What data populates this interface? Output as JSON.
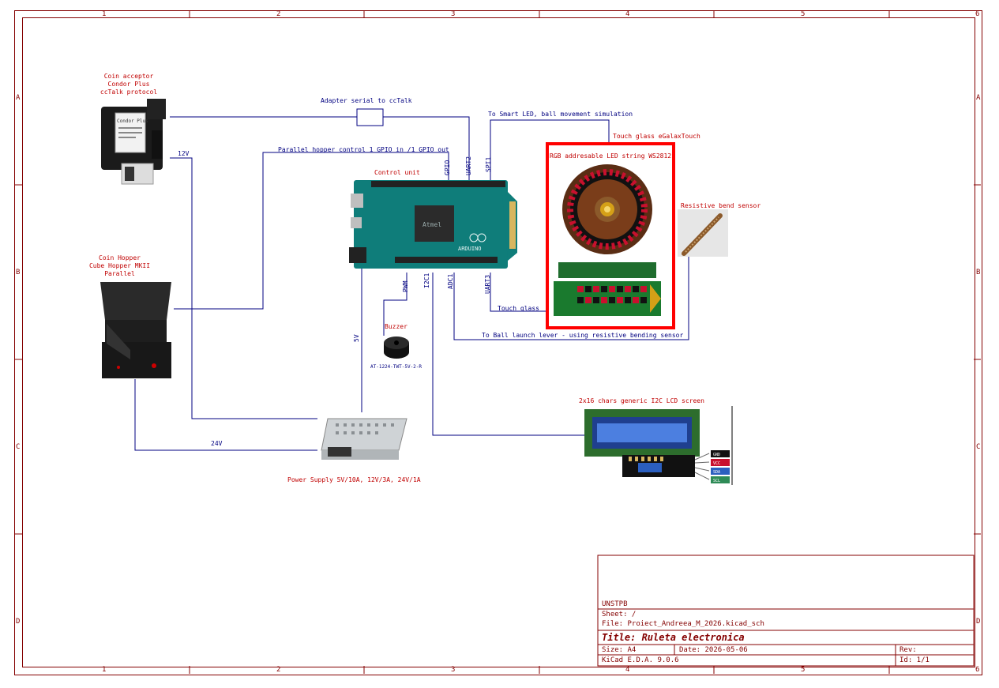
{
  "zones": {
    "columns": [
      "1",
      "2",
      "3",
      "4",
      "5",
      "6"
    ],
    "rows": [
      "A",
      "B",
      "C",
      "D"
    ]
  },
  "components": {
    "coin_acceptor": {
      "line1": "Coin acceptor",
      "line2": "Condor Plus",
      "line3": "ccTalk protocol",
      "device_text": "Condor Plus"
    },
    "coin_hopper": {
      "line1": "Coin Hopper",
      "line2": "Cube Hopper MKII",
      "line3": "Parallel"
    },
    "control_unit": {
      "label": "Control unit",
      "chip_text": "Atmel",
      "board_text": "ARDUINO"
    },
    "buzzer": {
      "label": "Buzzer",
      "part": "AT-1224-TWT-5V-2-R"
    },
    "power_supply": {
      "label": "Power Supply 5V/10A, 12V/3A, 24V/1A"
    },
    "roulette": {
      "touch_glass": "Touch glass eGalaxTouch",
      "led_string": "RGB addresable LED string WS2812"
    },
    "bend_sensor": {
      "label": "Resistive bend sensor"
    },
    "lcd": {
      "label": "2x16 chars generic I2C LCD screen",
      "pins": [
        "GND",
        "VCC",
        "SDA",
        "SCL"
      ]
    }
  },
  "nets": {
    "adapter": "Adapter serial to ccTalk",
    "smart_led": "To Smart LED, ball movement simulation",
    "hopper_ctrl": "Parallel hopper control 1 GPIO in /1 GPIO out",
    "touch_glass": "Touch glass",
    "ball_launch": "To Ball launch lever - using resistive bending sensor",
    "v12": "12V",
    "v24": "24V",
    "v5": "5V",
    "gpio": "GPIO",
    "uart2": "UART2",
    "spi1": "SPI1",
    "pwm": "PWM",
    "i2c1": "I2C1",
    "adc1": "ADC1",
    "uart3": "UART3"
  },
  "title_block": {
    "company": "UNSTPB",
    "sheet": "Sheet: /",
    "file": "File: Proiect_Andreea_M_2026.kicad_sch",
    "title": "Title: Ruleta electronica",
    "size": "Size: A4",
    "date": "Date: 2026-05-06",
    "rev": "Rev:",
    "tool": "KiCad E.D.A. 9.0.6",
    "id": "Id: 1/1"
  },
  "colors": {
    "frame": "#840000",
    "wire": "#000080",
    "label_red": "#c00000",
    "highlight": "#ff0000",
    "board": "#0f7d7a"
  }
}
